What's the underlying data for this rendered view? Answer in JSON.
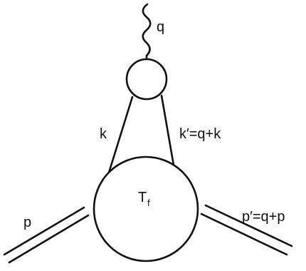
{
  "diagram": {
    "labels": {
      "photon": "q",
      "left_line": "k",
      "right_line": "k′=q+k",
      "blob_main": "T",
      "blob_sub": "f",
      "incoming": "p",
      "outgoing": "p′=q+p"
    },
    "colors": {
      "ink": "#111111",
      "background": "#ffffff"
    }
  }
}
